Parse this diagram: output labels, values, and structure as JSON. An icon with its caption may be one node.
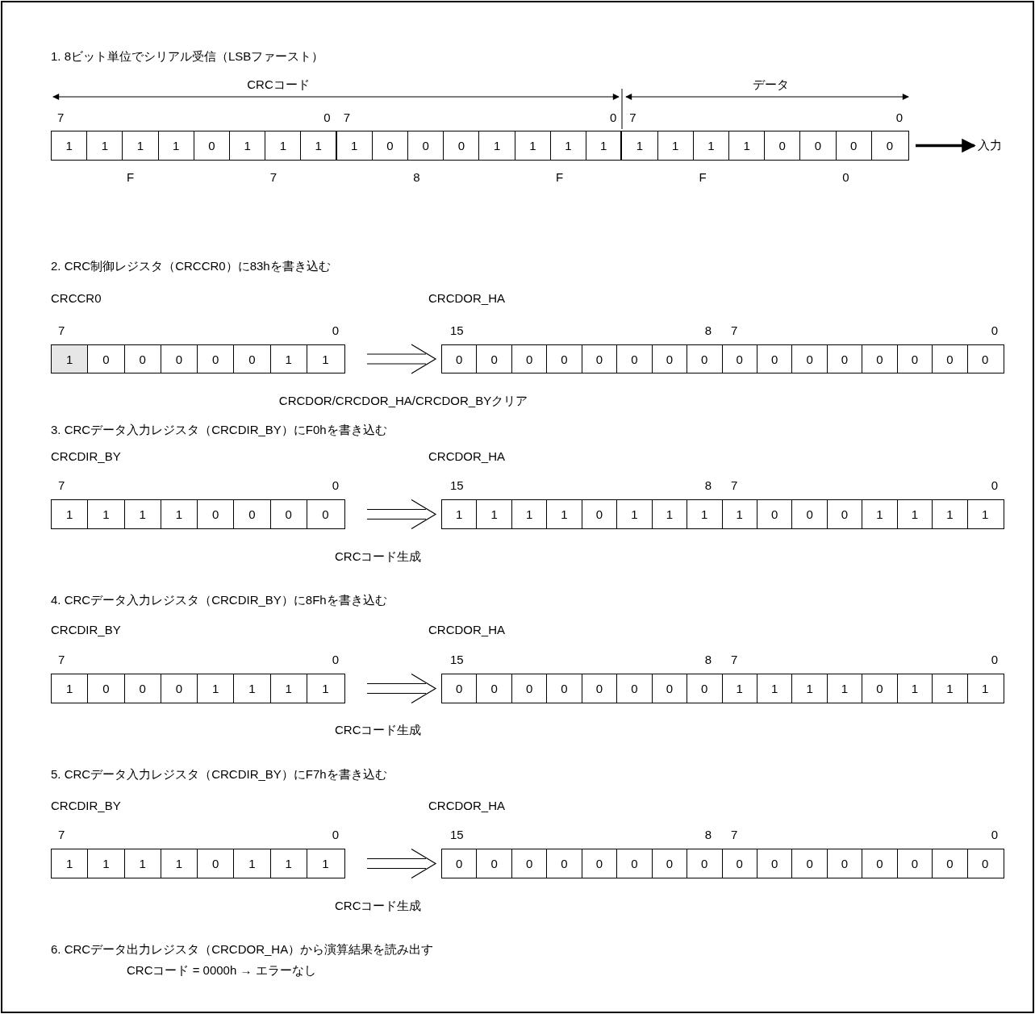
{
  "diagram": {
    "nodes": [
      {
        "text": [],
        "shape": "box"
      },
      {
        "text": [
          "1"
        ],
        "in": 0
      },
      {
        "text": [
          "1"
        ],
        "in": 0
      },
      {
        "text": [
          "1"
        ],
        "in": 0
      },
      {
        "text": [
          "1"
        ],
        "in": 0
      },
      {
        "text": [
          "0"
        ],
        "in": 0
      },
      {
        "text": [
          "1"
        ],
        "in": 0
      },
      {
        "text": [
          "1"
        ],
        "in": 0
      },
      {
        "text": [
          "1"
        ],
        "in": 0
      },
      {
        "text": [
          "1"
        ],
        "in": 0
      },
      {
        "text": [
          "0"
        ],
        "in": 0
      },
      {
        "text": [
          "0"
        ],
        "in": 0
      },
      {
        "text": [
          "0"
        ],
        "in": 0
      },
      {
        "text": [
          "1"
        ],
        "in": 0
      },
      {
        "text": [
          "1"
        ],
        "in": 0
      },
      {
        "text": [
          "1"
        ],
        "in": 0
      },
      {
        "text": [
          "1"
        ],
        "in": 0
      },
      {
        "text": [
          "1"
        ],
        "in": 0
      },
      {
        "text": [
          "1"
        ],
        "in": 0
      },
      {
        "text": [
          "1"
        ],
        "in": 0
      },
      {
        "text": [
          "1"
        ],
        "in": 0
      },
      {
        "text": [
          "0"
        ],
        "in": 0
      },
      {
        "text": [
          "0"
        ],
        "in": 0
      },
      {
        "text": [
          "0"
        ],
        "in": 0
      },
      {
        "text": [
          "0"
        ],
        "in": 0
      },
      {
        "text": [
          "入力"
        ]
      },
      {
        "text": [],
        "shape": "box"
      },
      {
        "text": [
          "1"
        ],
        "in": 26
      },
      {
        "text": [
          "0"
        ],
        "in": 26
      },
      {
        "text": [
          "0"
        ],
        "in": 26
      },
      {
        "text": [
          "0"
        ],
        "in": 26
      },
      {
        "text": [
          "0"
        ],
        "in": 26
      },
      {
        "text": [
          "0"
        ],
        "in": 26
      },
      {
        "text": [
          "1"
        ],
        "in": 26
      },
      {
        "text": [
          "1"
        ],
        "in": 26
      },
      {
        "text": [],
        "shape": "box"
      },
      {
        "text": [
          "0"
        ],
        "in": 35
      },
      {
        "text": [
          "0"
        ],
        "in": 35
      },
      {
        "text": [
          "0"
        ],
        "in": 35
      },
      {
        "text": [
          "0"
        ],
        "in": 35
      },
      {
        "text": [
          "0"
        ],
        "in": 35
      },
      {
        "text": [
          "0"
        ],
        "in": 35
      },
      {
        "text": [
          "0"
        ],
        "in": 35
      },
      {
        "text": [
          "0"
        ],
        "in": 35
      },
      {
        "text": [
          "0"
        ],
        "in": 35
      },
      {
        "text": [
          "0"
        ],
        "in": 35
      },
      {
        "text": [
          "0"
        ],
        "in": 35
      },
      {
        "text": [
          "0"
        ],
        "in": 35
      },
      {
        "text": [
          "0"
        ],
        "in": 35
      },
      {
        "text": [
          "0"
        ],
        "in": 35
      },
      {
        "text": [
          "0"
        ],
        "in": 35
      },
      {
        "text": [
          "0"
        ],
        "in": 35
      },
      {
        "text": [],
        "shape": "box"
      },
      {
        "text": [
          "1"
        ],
        "in": 52
      },
      {
        "text": [
          "1"
        ],
        "in": 52
      },
      {
        "text": [
          "1"
        ],
        "in": 52
      },
      {
        "text": [
          "1"
        ],
        "in": 52
      },
      {
        "text": [
          "0"
        ],
        "in": 52
      },
      {
        "text": [
          "0"
        ],
        "in": 52
      },
      {
        "text": [
          "0"
        ],
        "in": 52
      },
      {
        "text": [
          "0"
        ],
        "in": 52
      },
      {
        "text": [],
        "shape": "box"
      },
      {
        "text": [
          "1"
        ],
        "in": 61
      },
      {
        "text": [
          "1"
        ],
        "in": 61
      },
      {
        "text": [
          "1"
        ],
        "in": 61
      },
      {
        "text": [
          "1"
        ],
        "in": 61
      },
      {
        "text": [
          "0"
        ],
        "in": 61
      },
      {
        "text": [
          "1"
        ],
        "in": 61
      },
      {
        "text": [
          "1"
        ],
        "in": 61
      },
      {
        "text": [
          "1"
        ],
        "in": 61
      },
      {
        "text": [
          "1"
        ],
        "in": 61
      },
      {
        "text": [
          "0"
        ],
        "in": 61
      },
      {
        "text": [
          "0"
        ],
        "in": 61
      },
      {
        "text": [
          "0"
        ],
        "in": 61
      },
      {
        "text": [
          "1"
        ],
        "in": 61
      },
      {
        "text": [
          "1"
        ],
        "in": 61
      },
      {
        "text": [
          "1"
        ],
        "in": 61
      },
      {
        "text": [
          "1"
        ],
        "in": 61
      },
      {
        "text": [],
        "shape": "box"
      },
      {
        "text": [
          "1"
        ],
        "in": 78
      },
      {
        "text": [
          "0"
        ],
        "in": 78
      },
      {
        "text": [
          "0"
        ],
        "in": 78
      },
      {
        "text": [
          "0"
        ],
        "in": 78
      },
      {
        "text": [
          "1"
        ],
        "in": 78
      },
      {
        "text": [
          "1"
        ],
        "in": 78
      },
      {
        "text": [
          "1"
        ],
        "in": 78
      },
      {
        "text": [
          "1"
        ],
        "in": 78
      },
      {
        "text": [],
        "shape": "box"
      },
      {
        "text": [
          "0"
        ],
        "in": 87
      },
      {
        "text": [
          "0"
        ],
        "in": 87
      },
      {
        "text": [
          "0"
        ],
        "in": 87
      },
      {
        "text": [
          "0"
        ],
        "in": 87
      },
      {
        "text": [
          "0"
        ],
        "in": 87
      },
      {
        "text": [
          "0"
        ],
        "in": 87
      },
      {
        "text": [
          "0"
        ],
        "in": 87
      },
      {
        "text": [
          "0"
        ],
        "in": 87
      },
      {
        "text": [
          "1"
        ],
        "in": 87
      },
      {
        "text": [
          "1"
        ],
        "in": 87
      },
      {
        "text": [
          "1"
        ],
        "in": 87
      },
      {
        "text": [
          "1"
        ],
        "in": 87
      },
      {
        "text": [
          "0"
        ],
        "in": 87
      },
      {
        "text": [
          "1"
        ],
        "in": 87
      },
      {
        "text": [
          "1"
        ],
        "in": 87
      },
      {
        "text": [
          "1"
        ],
        "in": 87
      },
      {
        "text": [],
        "shape": "box"
      },
      {
        "text": [
          "1"
        ],
        "in": 104
      },
      {
        "text": [
          "1"
        ],
        "in": 104
      },
      {
        "text": [
          "1"
        ],
        "in": 104
      },
      {
        "text": [
          "1"
        ],
        "in": 104
      },
      {
        "text": [
          "0"
        ],
        "in": 104
      },
      {
        "text": [
          "1"
        ],
        "in": 104
      },
      {
        "text": [
          "1"
        ],
        "in": 104
      },
      {
        "text": [
          "1"
        ],
        "in": 104
      },
      {
        "text": [],
        "shape": "box"
      },
      {
        "text": [
          "0"
        ],
        "in": 113
      },
      {
        "text": [
          "0"
        ],
        "in": 113
      },
      {
        "text": [
          "0"
        ],
        "in": 113
      },
      {
        "text": [
          "0"
        ],
        "in": 113
      },
      {
        "text": [
          "0"
        ],
        "in": 113
      },
      {
        "text": [
          "0"
        ],
        "in": 113
      },
      {
        "text": [
          "0"
        ],
        "in": 113
      },
      {
        "text": [
          "0"
        ],
        "in": 113
      },
      {
        "text": [
          "0"
        ],
        "in": 113
      },
      {
        "text": [
          "0"
        ],
        "in": 113
      },
      {
        "text": [
          "0"
        ],
        "in": 113
      },
      {
        "text": [
          "0"
        ],
        "in": 113
      },
      {
        "text": [
          "0"
        ],
        "in": 113
      },
      {
        "text": [
          "0"
        ],
        "in": 113
      },
      {
        "text": [
          "0"
        ],
        "in": 113
      },
      {
        "text": [
          "0"
        ],
        "in": 113
      }
    ],
    "edges": [
      {
        "from": 0,
        "to": 25,
        "arrow": "to",
        "style": "thick"
      },
      {
        "from": 26,
        "to": 35,
        "arrow": "to"
      },
      {
        "from": 52,
        "to": 61,
        "arrow": "to"
      },
      {
        "from": 78,
        "to": 87,
        "arrow": "to"
      },
      {
        "from": 104,
        "to": 113,
        "arrow": "to"
      }
    ],
    "labels": [
      "1. 8ビット単位でシリアル受信（LSBファースト）",
      "CRCコード",
      "データ",
      "7",
      "0",
      "7",
      "0",
      "7",
      "0",
      "F",
      "7",
      "8",
      "F",
      "F",
      "0",
      "2. CRC制御レジスタ（CRCCR0）に83hを書き込む",
      "CRCCR0",
      "CRCDOR_HA",
      "7",
      "0",
      "15",
      "8",
      "7",
      "0",
      "CRCDOR/CRCDOR_HA/CRCDOR_BYクリア",
      "3. CRCデータ入力レジスタ（CRCDIR_BY）にF0hを書き込む",
      "CRCDIR_BY",
      "CRCDOR_HA",
      "7",
      "0",
      "15",
      "8",
      "7",
      "0",
      "CRCコード生成",
      "4. CRCデータ入力レジスタ（CRCDIR_BY）に8Fhを書き込む",
      "CRCDIR_BY",
      "CRCDOR_HA",
      "7",
      "0",
      "15",
      "8",
      "7",
      "0",
      "CRCコード生成",
      "5. CRCデータ入力レジスタ（CRCDIR_BY）にF7hを書き込む",
      "CRCDIR_BY",
      "CRCDOR_HA",
      "7",
      "0",
      "15",
      "8",
      "7",
      "0",
      "CRCコード生成",
      "6. CRCデータ出力レジスタ（CRCDOR_HA）から演算結果を読み出す",
      "CRCコード = 0000h → エラーなし"
    ]
  }
}
